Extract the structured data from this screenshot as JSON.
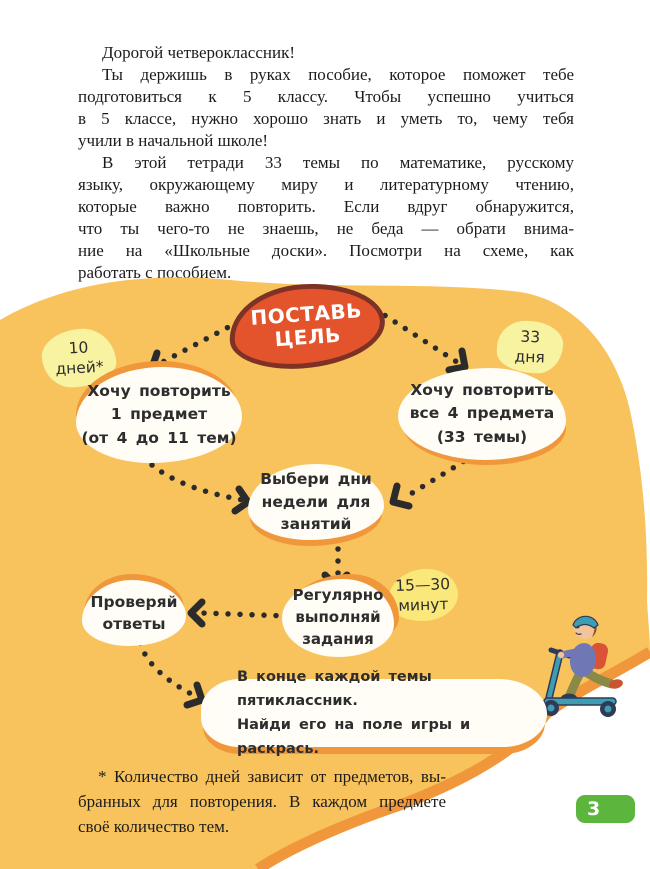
{
  "intro": {
    "lines": [
      "Дорогой четвероклассник!",
      "Ты держишь в руках пособие, которое поможет тебе",
      "подготовиться к 5 классу. Чтобы успешно учиться",
      "в 5 классе, нужно хорошо знать и уметь то, чему тебя",
      "учили в начальной школе!",
      "В этой тетради 33 темы по математике, русскому",
      "языку, окружающему миру и литературному чтению,",
      "которые важно повторить. Если вдруг обнаружится,",
      "что ты чего-то не знаешь, не беда — обрати внима-",
      "ние на «Школьные доски». Посмотри на схеме, как",
      "работать с пособием."
    ]
  },
  "flowchart": {
    "goal_label": "ПОСТАВЬ ЦЕЛЬ",
    "left_days_label": [
      "10",
      "дней*"
    ],
    "right_days_label": [
      "33",
      "дня"
    ],
    "duration_label": [
      "15—30",
      "минут"
    ],
    "one_subject": [
      "Хочу повторить",
      "1 предмет",
      "(от 4 до 11 тем)"
    ],
    "all_subjects": [
      "Хочу повторить",
      "все 4 предмета",
      "(33 темы)"
    ],
    "choose_days": [
      "Выбери дни",
      "недели для",
      "занятий"
    ],
    "do_regular": [
      "Регулярно",
      "выполняй",
      "задания"
    ],
    "check_answers": [
      "Проверяй",
      "ответы"
    ],
    "final_note": [
      "В конце каждой темы пятиклассник.",
      "Найди его на поле игры и раскрась."
    ],
    "illustration": "boy-on-scooter-icon"
  },
  "footnote": {
    "lines": [
      "* Количество дней зависит от предметов, вы-",
      "бранных для повторения. В каждом предмете",
      "своё количество тем."
    ]
  },
  "page": {
    "number": "3"
  },
  "colors": {
    "background": "#FFFFFF",
    "blob": "#F8C35D",
    "blob_rim": "#F0973B",
    "goal_fill": "#E4542C",
    "goal_border": "#7E3226",
    "bubble_fill": "#FFFDF6",
    "tag_fill": "#F8F3A0",
    "tag_time_fill": "#FBE87A",
    "text_dark": "#2D2D2D",
    "dots": "#2B2B2B",
    "page_badge_green": "#5CB63E"
  }
}
